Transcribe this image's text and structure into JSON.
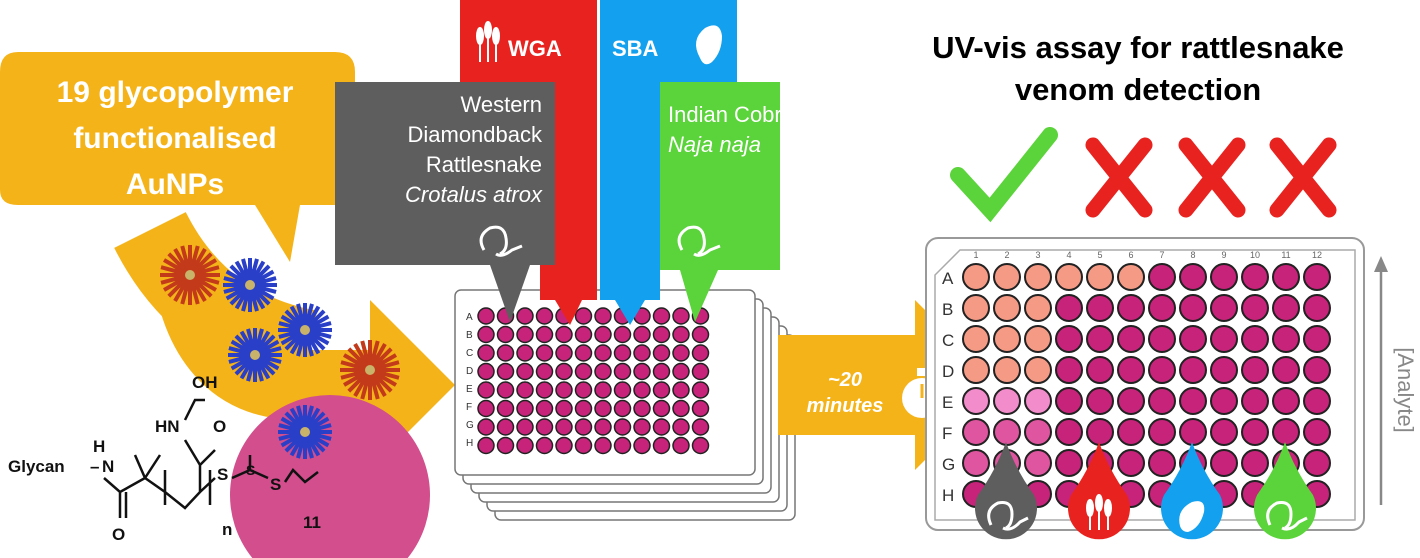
{
  "intro_box": {
    "lines": [
      "19 glycopolymer",
      "functionalised",
      "AuNPs"
    ]
  },
  "structure": {
    "glycan": "Glycan",
    "n_label": "N",
    "h_label": "H",
    "o_label": "O",
    "oh_label": "OH",
    "hn_label": "HN",
    "s_label": "S",
    "n_sub": "n",
    "count": "11"
  },
  "analytes": [
    {
      "key": "rattlesnake",
      "lines": [
        "Western",
        "Diamondback",
        "Rattlesnake"
      ],
      "italic": "Crotalus atrox",
      "color": "#5e5e5e",
      "icon": "snake-icon"
    },
    {
      "key": "wga",
      "label": "WGA",
      "color": "#e8231f",
      "icon": "wheat-icon"
    },
    {
      "key": "sba",
      "label": "SBA",
      "color": "#13a0ee",
      "icon": "bean-icon"
    },
    {
      "key": "cobra",
      "lines": [
        "Indian Cobra"
      ],
      "italic": "Naja naja",
      "color": "#5bd33a",
      "icon": "snake-icon"
    }
  ],
  "incubation": {
    "line1": "~20",
    "line2": "minutes",
    "icon": "stopwatch-icon"
  },
  "title": {
    "line1": "UV-vis assay for rattlesnake",
    "line2": "venom detection"
  },
  "results": [
    "check",
    "cross",
    "cross",
    "cross"
  ],
  "plate": {
    "rows": [
      "A",
      "B",
      "C",
      "D",
      "E",
      "F",
      "G",
      "H"
    ],
    "cols": [
      "1",
      "2",
      "3",
      "4",
      "5",
      "6",
      "7",
      "8",
      "9",
      "10",
      "11",
      "12"
    ],
    "axis_label": "[Analyte]"
  },
  "colors": {
    "accent": "#f5b31a",
    "au_np": "#d24e8c",
    "well_default": "#c8237a",
    "well_positive": "#f59a85",
    "well_light": "#f28ccb",
    "well_mid": "#e0559f",
    "check": "#5bd33a",
    "cross": "#e8231f"
  }
}
